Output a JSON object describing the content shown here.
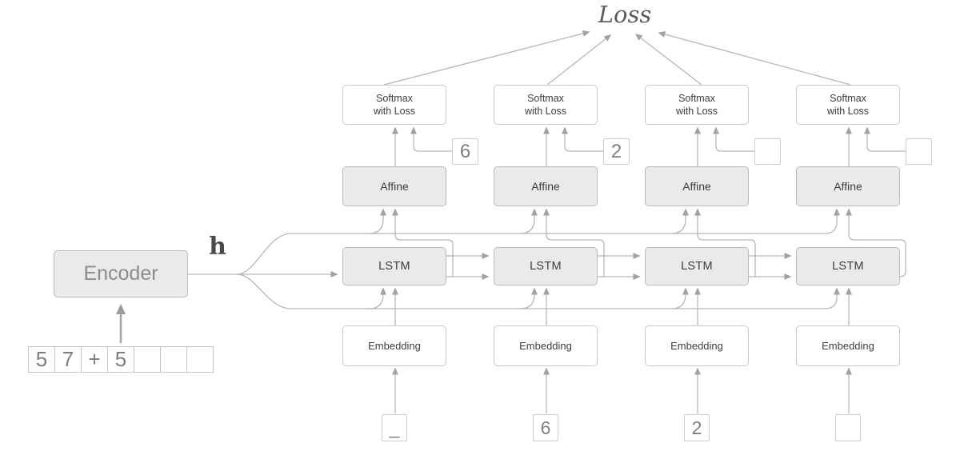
{
  "loss": {
    "label": "Loss"
  },
  "encoder": {
    "label": "Encoder",
    "hidden_state_label": "h",
    "input_cells": [
      "5",
      "7",
      "+",
      "5",
      "",
      "",
      ""
    ]
  },
  "decoder": {
    "columns": [
      {
        "softmax_label": "Softmax\nwith Loss",
        "target_label": "6",
        "affine_label": "Affine",
        "lstm_label": "LSTM",
        "embedding_label": "Embedding",
        "input_token": "_"
      },
      {
        "softmax_label": "Softmax\nwith Loss",
        "target_label": "2",
        "affine_label": "Affine",
        "lstm_label": "LSTM",
        "embedding_label": "Embedding",
        "input_token": "6"
      },
      {
        "softmax_label": "Softmax\nwith Loss",
        "target_label": "",
        "affine_label": "Affine",
        "lstm_label": "LSTM",
        "embedding_label": "Embedding",
        "input_token": "2"
      },
      {
        "softmax_label": "Softmax\nwith Loss",
        "target_label": "",
        "affine_label": "Affine",
        "lstm_label": "LSTM",
        "embedding_label": "Embedding",
        "input_token": ""
      }
    ]
  },
  "colors": {
    "gray_box_fill": "#eaeaea",
    "gray_box_border": "#b9b9b9",
    "white_box_border": "#c9c9c9",
    "connector_line": "#b7b7b7",
    "arrowhead": "#a2a2a2",
    "dark_text": "#3d3d3d",
    "muted_text": "#8c8c8c"
  }
}
